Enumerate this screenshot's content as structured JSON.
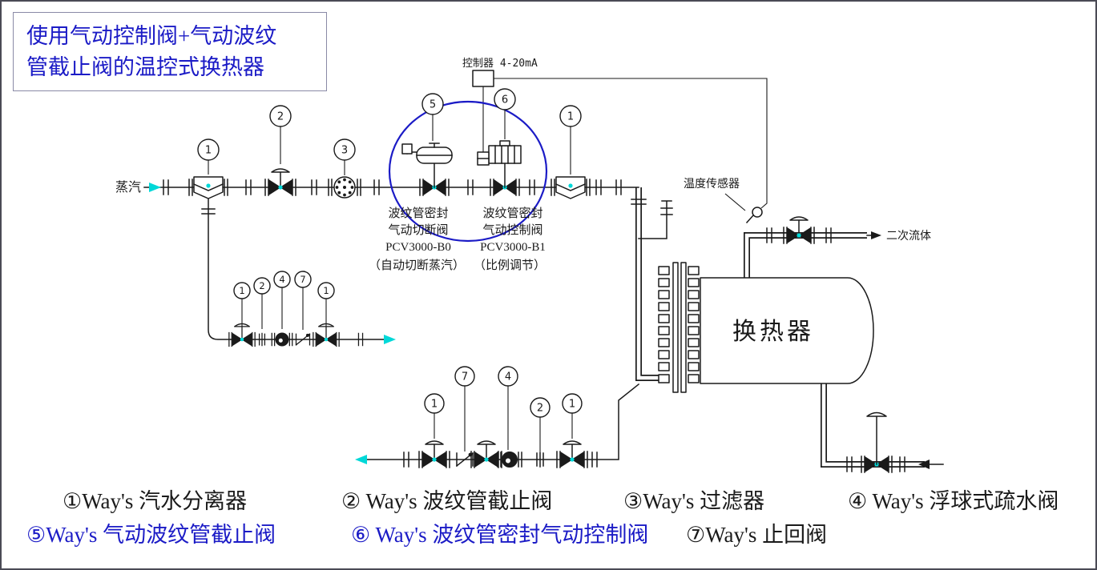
{
  "colors": {
    "ink": "#1a1a1a",
    "cyan": "#00d8d8",
    "accent-blue": "#1b1bc6",
    "box-border": "#8a8aa6"
  },
  "title": {
    "line1": "使用气动控制阀+气动波纹",
    "line2": "管截止阀的温控式换热器"
  },
  "diagram": {
    "steam_label": "蒸汽",
    "controller_label": "控制器 4-20mA",
    "temp_sensor_label": "温度传感器",
    "secondary_fluid_label": "二次流体",
    "heat_exchanger_label": "换热器",
    "valve5_caption": [
      "波纹管密封",
      "气动切断阀",
      "PCV3000-B0",
      "（自动切断蒸汽）"
    ],
    "valve6_caption": [
      "波纹管密封",
      "气动控制阀",
      "PCV3000-B1",
      "（比例调节）"
    ],
    "markers_main": [
      "1",
      "2",
      "3",
      "5",
      "6",
      "1"
    ],
    "markers_bypass": [
      "1",
      "2",
      "4",
      "7",
      "1"
    ],
    "markers_bottom": [
      "1",
      "7",
      "4",
      "2",
      "1"
    ]
  },
  "legend": {
    "items": [
      {
        "label": "①Way's 汽水分离器"
      },
      {
        "label": "② Way's 波纹管截止阀"
      },
      {
        "label": "③Way's 过滤器"
      },
      {
        "label": "④ Way's 浮球式疏水阀"
      },
      {
        "label": "⑤Way's 气动波纹管截止阀"
      },
      {
        "label": "⑥ Way's 波纹管密封气动控制阀"
      },
      {
        "label": "⑦Way's 止回阀"
      }
    ]
  }
}
